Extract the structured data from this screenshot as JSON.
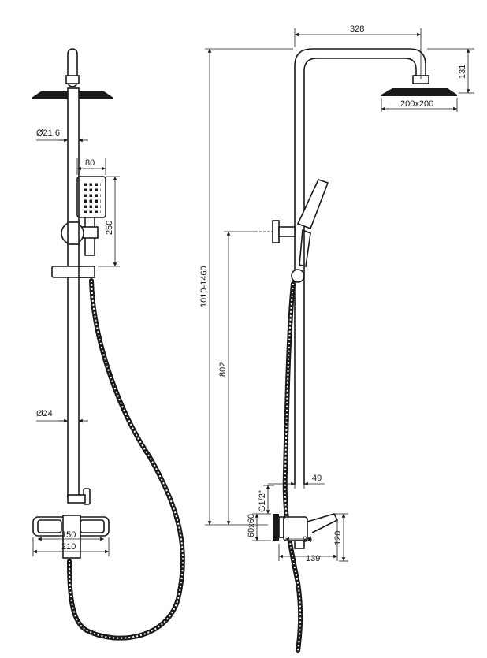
{
  "front_view": {
    "pipe_diameter_top": "Ø21,6",
    "handshower_width": "80",
    "handshower_length": "250",
    "pipe_diameter_bottom": "Ø24",
    "mixer_spacing": "150",
    "mixer_width": "210"
  },
  "side_view": {
    "overhead_reach": "328",
    "head_height": "131",
    "head_size": "200x200",
    "total_height": "1010-1460",
    "holder_height": "802",
    "pipe_offset": "49",
    "thread": "G1/2\"",
    "wall_cover": "60x60",
    "mixer_depth_small": "94",
    "mixer_depth": "139",
    "mixer_height": "120"
  },
  "colors": {
    "line": "#1a1a1a",
    "background": "#ffffff"
  }
}
